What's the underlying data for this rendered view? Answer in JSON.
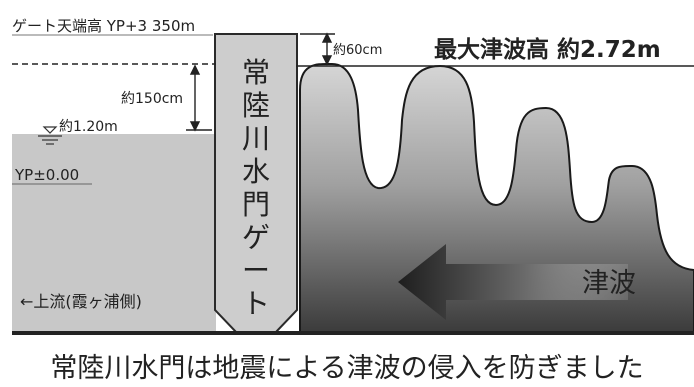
{
  "gate_top_label": "ゲート天端高 YP+3 350m",
  "wave_peak_label": "最大津波高 約2.72m",
  "gap_above_gate_label": "約60cm",
  "water_to_gate_label": "約150cm",
  "normal_water_level_label": "約1.20m",
  "datum_label": "YP±0.00",
  "gate_name": "常陸川水門ゲート",
  "upstream_label": "←上流(霞ヶ浦側)",
  "tsunami_arrow_label": "津波",
  "caption": "常陸川水門は地震による津波の侵入を防ぎました",
  "colors": {
    "upstream_water": "#c8c8c8",
    "gate": "#cdcdcd",
    "tsunami_dark": "#3a3a3a",
    "tsunami_light": "#d4d4d4",
    "ground": "#222222"
  }
}
